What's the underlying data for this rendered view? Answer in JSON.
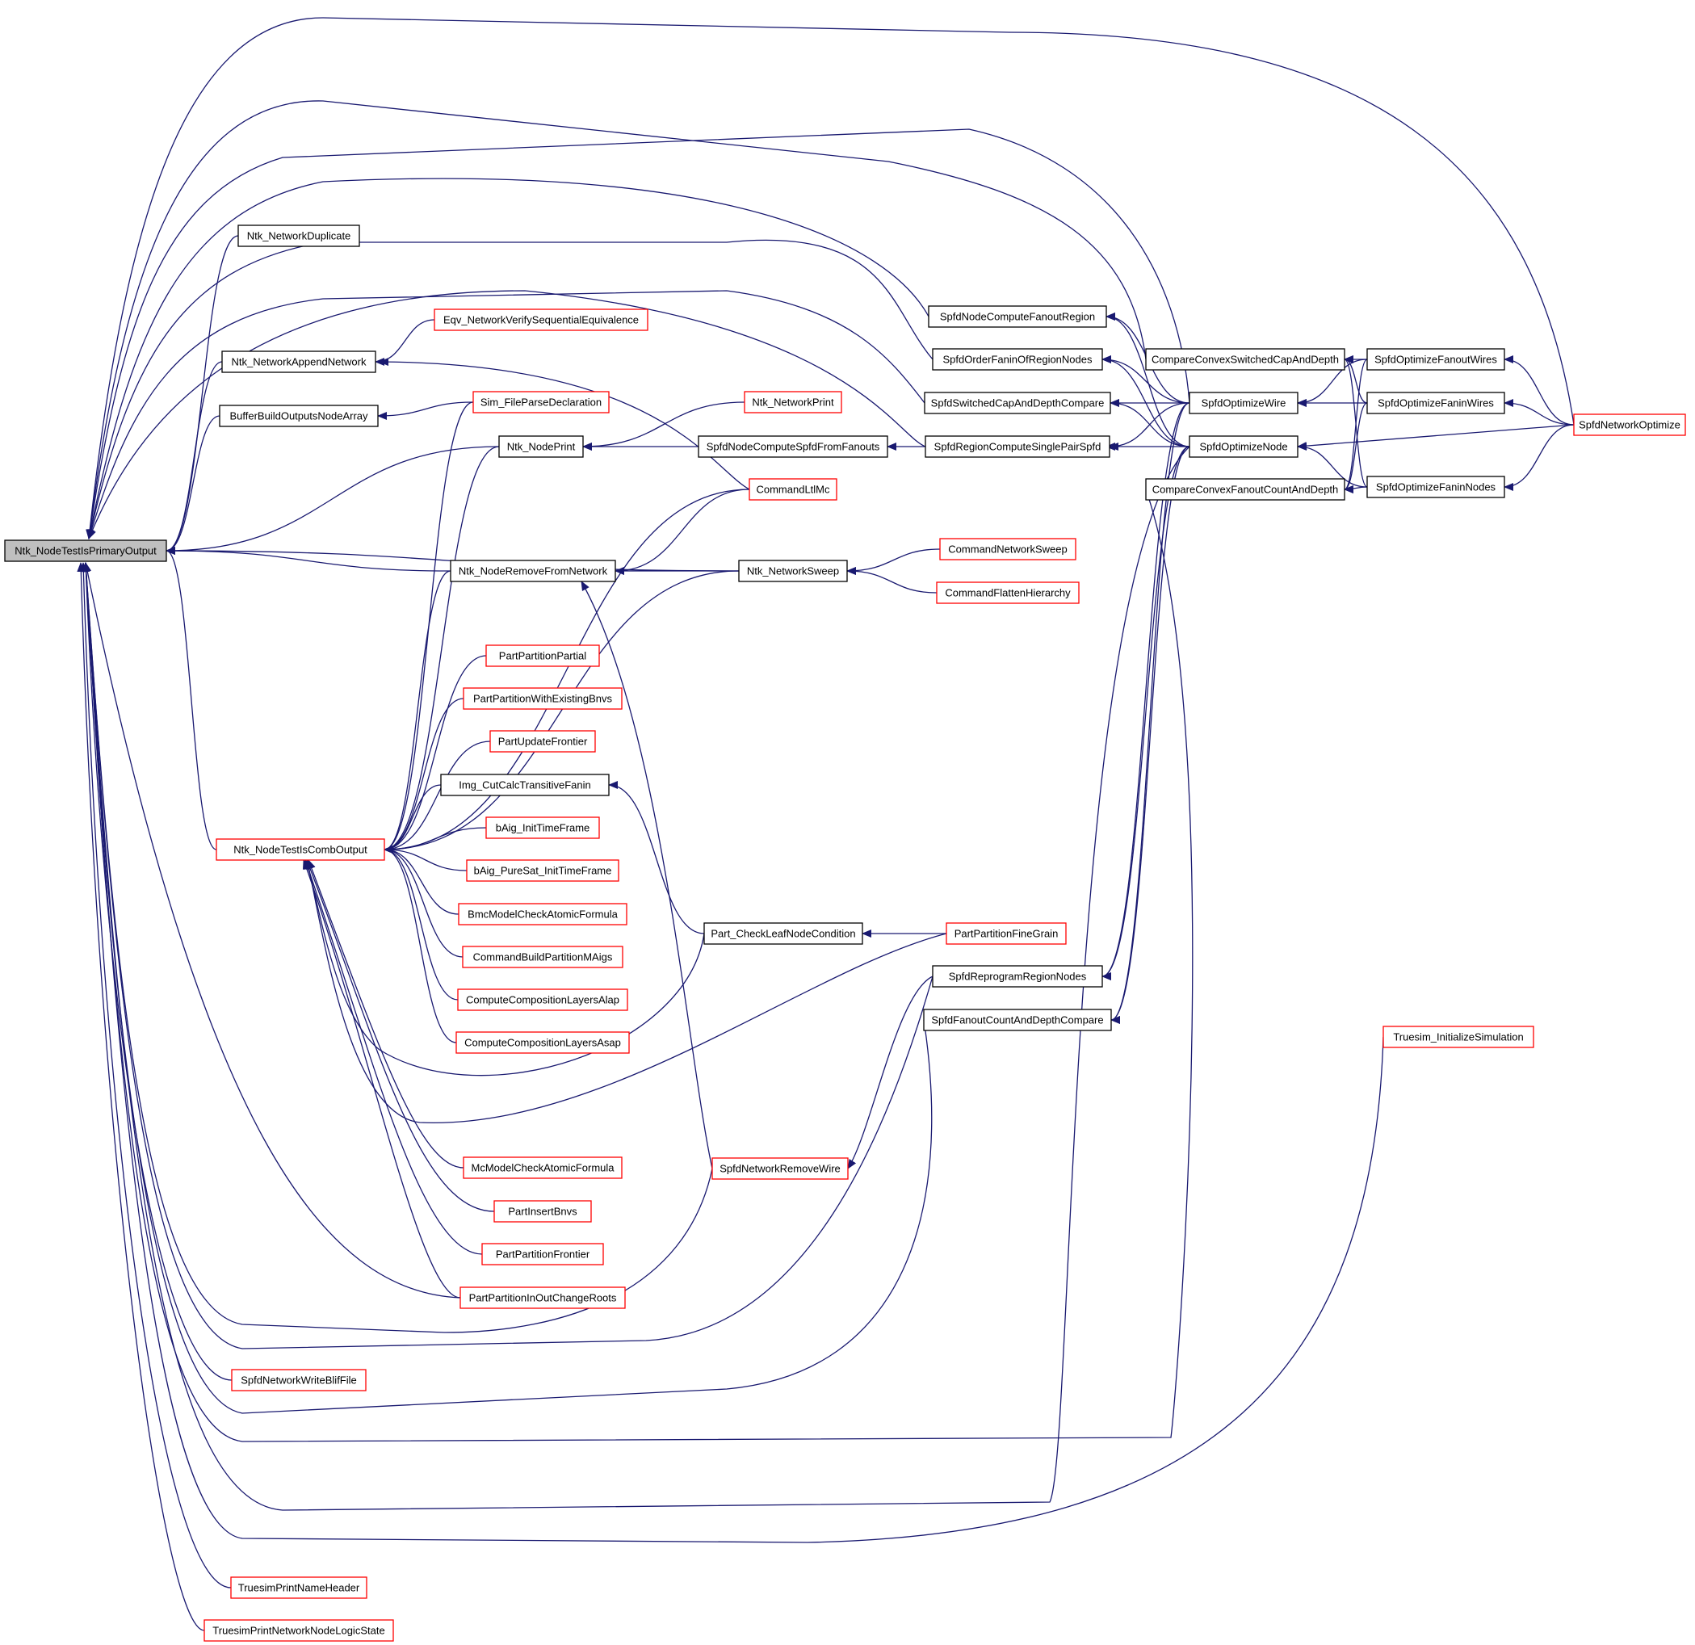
{
  "colors": {
    "edge": "#191970",
    "normal_border": "#000000",
    "truncated_border": "#ff0000",
    "focus_fill": "#bfbfbf",
    "node_fill": "#ffffff"
  },
  "legend_note": "",
  "nodes": [
    {
      "id": "root",
      "label": "Ntk_NodeTestIsPrimaryOutput",
      "kind": "focus"
    },
    {
      "id": "dup",
      "label": "Ntk_NetworkDuplicate",
      "kind": "normal"
    },
    {
      "id": "append",
      "label": "Ntk_NetworkAppendNetwork",
      "kind": "normal"
    },
    {
      "id": "eqv",
      "label": "Eqv_NetworkVerifySequentialEquivalence",
      "kind": "truncated"
    },
    {
      "id": "buffer",
      "label": "BufferBuildOutputsNodeArray",
      "kind": "normal"
    },
    {
      "id": "sim",
      "label": "Sim_FileParseDeclaration",
      "kind": "truncated"
    },
    {
      "id": "nodeprint",
      "label": "Ntk_NodePrint",
      "kind": "normal"
    },
    {
      "id": "netprint",
      "label": "Ntk_NetworkPrint",
      "kind": "truncated"
    },
    {
      "id": "fromfanouts",
      "label": "SpfdNodeComputeSpfdFromFanouts",
      "kind": "normal"
    },
    {
      "id": "ltlmc",
      "label": "CommandLtlMc",
      "kind": "truncated"
    },
    {
      "id": "remove",
      "label": "Ntk_NodeRemoveFromNetwork",
      "kind": "normal"
    },
    {
      "id": "sweep",
      "label": "Ntk_NetworkSweep",
      "kind": "normal"
    },
    {
      "id": "cmdsweep",
      "label": "CommandNetworkSweep",
      "kind": "truncated"
    },
    {
      "id": "flatten",
      "label": "CommandFlattenHierarchy",
      "kind": "truncated"
    },
    {
      "id": "pppartial",
      "label": "PartPartitionPartial",
      "kind": "truncated"
    },
    {
      "id": "ppwithbnvs",
      "label": "PartPartitionWithExistingBnvs",
      "kind": "truncated"
    },
    {
      "id": "pufrontier",
      "label": "PartUpdateFrontier",
      "kind": "truncated"
    },
    {
      "id": "imgcut",
      "label": "Img_CutCalcTransitiveFanin",
      "kind": "normal"
    },
    {
      "id": "comb",
      "label": "Ntk_NodeTestIsCombOutput",
      "kind": "truncated"
    },
    {
      "id": "baiginit",
      "label": "bAig_InitTimeFrame",
      "kind": "truncated"
    },
    {
      "id": "baigpure",
      "label": "bAig_PureSat_InitTimeFrame",
      "kind": "truncated"
    },
    {
      "id": "bmcatomic",
      "label": "BmcModelCheckAtomicFormula",
      "kind": "truncated"
    },
    {
      "id": "cmdbuild",
      "label": "CommandBuildPartitionMAigs",
      "kind": "truncated"
    },
    {
      "id": "alap",
      "label": "ComputeCompositionLayersAlap",
      "kind": "truncated"
    },
    {
      "id": "asap",
      "label": "ComputeCompositionLayersAsap",
      "kind": "truncated"
    },
    {
      "id": "mcatomic",
      "label": "McModelCheckAtomicFormula",
      "kind": "truncated"
    },
    {
      "id": "pinsert",
      "label": "PartInsertBnvs",
      "kind": "truncated"
    },
    {
      "id": "ppfrontier",
      "label": "PartPartitionFrontier",
      "kind": "truncated"
    },
    {
      "id": "ppinout",
      "label": "PartPartitionInOutChangeRoots",
      "kind": "truncated"
    },
    {
      "id": "writeblif",
      "label": "SpfdNetworkWriteBlifFile",
      "kind": "truncated"
    },
    {
      "id": "namehdr",
      "label": "TruesimPrintNameHeader",
      "kind": "truncated"
    },
    {
      "id": "logicstate",
      "label": "TruesimPrintNetworkNodeLogicState",
      "kind": "truncated"
    },
    {
      "id": "checkleaf",
      "label": "Part_CheckLeafNodeCondition",
      "kind": "normal"
    },
    {
      "id": "finegrain",
      "label": "PartPartitionFineGrain",
      "kind": "truncated"
    },
    {
      "id": "removewire",
      "label": "SpfdNetworkRemoveWire",
      "kind": "truncated"
    },
    {
      "id": "fanoutregion",
      "label": "SpfdNodeComputeFanoutRegion",
      "kind": "normal"
    },
    {
      "id": "orderfanin",
      "label": "SpfdOrderFaninOfRegionNodes",
      "kind": "normal"
    },
    {
      "id": "switchedcmp",
      "label": "SpfdSwitchedCapAndDepthCompare",
      "kind": "normal"
    },
    {
      "id": "singlepair",
      "label": "SpfdRegionComputeSinglePairSpfd",
      "kind": "normal"
    },
    {
      "id": "reprogram",
      "label": "SpfdReprogramRegionNodes",
      "kind": "normal"
    },
    {
      "id": "fanoutcmp",
      "label": "SpfdFanoutCountAndDepthCompare",
      "kind": "normal"
    },
    {
      "id": "ccswitched",
      "label": "CompareConvexSwitchedCapAndDepth",
      "kind": "normal"
    },
    {
      "id": "optwire",
      "label": "SpfdOptimizeWire",
      "kind": "normal"
    },
    {
      "id": "optnode",
      "label": "SpfdOptimizeNode",
      "kind": "normal"
    },
    {
      "id": "ccfanout",
      "label": "CompareConvexFanoutCountAndDepth",
      "kind": "normal"
    },
    {
      "id": "optfanoutwires",
      "label": "SpfdOptimizeFanoutWires",
      "kind": "normal"
    },
    {
      "id": "optfaninwires",
      "label": "SpfdOptimizeFaninWires",
      "kind": "normal"
    },
    {
      "id": "optfaninnodes",
      "label": "SpfdOptimizeFaninNodes",
      "kind": "normal"
    },
    {
      "id": "netoptimize",
      "label": "SpfdNetworkOptimize",
      "kind": "truncated"
    },
    {
      "id": "truesiminit",
      "label": "Truesim_InitializeSimulation",
      "kind": "truncated"
    }
  ],
  "edges": [
    {
      "from": "dup",
      "to": "root"
    },
    {
      "from": "append",
      "to": "root"
    },
    {
      "from": "buffer",
      "to": "root"
    },
    {
      "from": "nodeprint",
      "to": "root"
    },
    {
      "from": "remove",
      "to": "root"
    },
    {
      "from": "sweep",
      "to": "root"
    },
    {
      "from": "comb",
      "to": "root"
    },
    {
      "from": "writeblif",
      "to": "root"
    },
    {
      "from": "namehdr",
      "to": "root"
    },
    {
      "from": "logicstate",
      "to": "root"
    },
    {
      "from": "ppinout",
      "to": "root"
    },
    {
      "from": "removewire",
      "to": "root"
    },
    {
      "from": "reprogram",
      "to": "root"
    },
    {
      "from": "fanoutcmp",
      "to": "root"
    },
    {
      "from": "ccfanout",
      "to": "root"
    },
    {
      "from": "optnode",
      "to": "root"
    },
    {
      "from": "truesiminit",
      "to": "root"
    },
    {
      "from": "fanoutregion",
      "to": "root"
    },
    {
      "from": "orderfanin",
      "to": "root"
    },
    {
      "from": "switchedcmp",
      "to": "root"
    },
    {
      "from": "singlepair",
      "to": "root"
    },
    {
      "from": "optwire",
      "to": "root"
    },
    {
      "from": "ccswitched",
      "to": "root"
    },
    {
      "from": "netoptimize",
      "to": "root"
    },
    {
      "from": "eqv",
      "to": "append"
    },
    {
      "from": "ltlmc",
      "to": "append"
    },
    {
      "from": "sim",
      "to": "buffer"
    },
    {
      "from": "netprint",
      "to": "nodeprint"
    },
    {
      "from": "fromfanouts",
      "to": "nodeprint"
    },
    {
      "from": "singlepair",
      "to": "fromfanouts"
    },
    {
      "from": "optwire",
      "to": "singlepair"
    },
    {
      "from": "optnode",
      "to": "singlepair"
    },
    {
      "from": "ltlmc",
      "to": "remove"
    },
    {
      "from": "sweep",
      "to": "remove"
    },
    {
      "from": "removewire",
      "to": "remove"
    },
    {
      "from": "cmdsweep",
      "to": "sweep"
    },
    {
      "from": "flatten",
      "to": "sweep"
    },
    {
      "from": "sim",
      "to": "comb"
    },
    {
      "from": "nodeprint",
      "to": "comb"
    },
    {
      "from": "ltlmc",
      "to": "comb"
    },
    {
      "from": "remove",
      "to": "comb"
    },
    {
      "from": "sweep",
      "to": "comb"
    },
    {
      "from": "pppartial",
      "to": "comb"
    },
    {
      "from": "ppwithbnvs",
      "to": "comb"
    },
    {
      "from": "pufrontier",
      "to": "comb"
    },
    {
      "from": "imgcut",
      "to": "comb"
    },
    {
      "from": "baiginit",
      "to": "comb"
    },
    {
      "from": "baigpure",
      "to": "comb"
    },
    {
      "from": "bmcatomic",
      "to": "comb"
    },
    {
      "from": "cmdbuild",
      "to": "comb"
    },
    {
      "from": "alap",
      "to": "comb"
    },
    {
      "from": "asap",
      "to": "comb"
    },
    {
      "from": "mcatomic",
      "to": "comb"
    },
    {
      "from": "pinsert",
      "to": "comb"
    },
    {
      "from": "ppfrontier",
      "to": "comb"
    },
    {
      "from": "ppinout",
      "to": "comb"
    },
    {
      "from": "checkleaf",
      "to": "comb"
    },
    {
      "from": "finegrain",
      "to": "comb"
    },
    {
      "from": "checkleaf",
      "to": "imgcut"
    },
    {
      "from": "finegrain",
      "to": "checkleaf"
    },
    {
      "from": "reprogram",
      "to": "removewire"
    },
    {
      "from": "optwire",
      "to": "fanoutregion"
    },
    {
      "from": "optnode",
      "to": "fanoutregion"
    },
    {
      "from": "optwire",
      "to": "orderfanin"
    },
    {
      "from": "optnode",
      "to": "orderfanin"
    },
    {
      "from": "optwire",
      "to": "switchedcmp"
    },
    {
      "from": "optnode",
      "to": "switchedcmp"
    },
    {
      "from": "optwire",
      "to": "reprogram"
    },
    {
      "from": "optnode",
      "to": "reprogram"
    },
    {
      "from": "optwire",
      "to": "fanoutcmp"
    },
    {
      "from": "optnode",
      "to": "fanoutcmp"
    },
    {
      "from": "optfanoutwires",
      "to": "optwire"
    },
    {
      "from": "optfaninwires",
      "to": "optwire"
    },
    {
      "from": "optfaninnodes",
      "to": "optnode"
    },
    {
      "from": "netoptimize",
      "to": "optnode"
    },
    {
      "from": "optfanoutwires",
      "to": "ccswitched"
    },
    {
      "from": "optfaninwires",
      "to": "ccswitched"
    },
    {
      "from": "optfaninnodes",
      "to": "ccswitched"
    },
    {
      "from": "optfanoutwires",
      "to": "ccfanout"
    },
    {
      "from": "optfaninwires",
      "to": "ccfanout"
    },
    {
      "from": "optfaninnodes",
      "to": "ccfanout"
    },
    {
      "from": "netoptimize",
      "to": "optfanoutwires"
    },
    {
      "from": "netoptimize",
      "to": "optfaninwires"
    },
    {
      "from": "netoptimize",
      "to": "optfaninnodes"
    }
  ]
}
